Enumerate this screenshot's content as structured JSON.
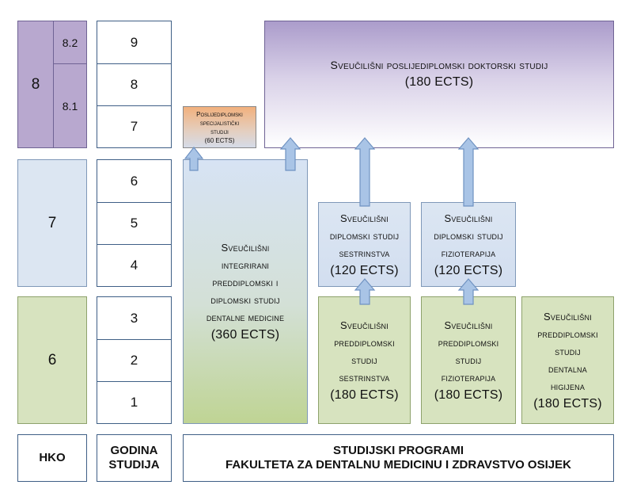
{
  "hko": {
    "label": "HKO",
    "levels": [
      {
        "level": "8",
        "sublevels": [
          "8.2",
          "8.1"
        ]
      },
      {
        "level": "7"
      },
      {
        "level": "6"
      }
    ]
  },
  "years": {
    "label_line1": "GODINA",
    "label_line2": "STUDIJA",
    "values": [
      "9",
      "8",
      "7",
      "6",
      "5",
      "4",
      "3",
      "2",
      "1"
    ]
  },
  "programs": {
    "doctoral": {
      "lines": [
        "Sveučilišni poslijediplomski doktorski studij"
      ],
      "ects": "(180 ECTS)"
    },
    "specialist": {
      "lines": [
        "Poslijediplomski",
        "specijalistički",
        "studiji",
        "(60 ECTS)"
      ]
    },
    "dental_medicine": {
      "lines": [
        "Sveučilišni",
        "integrirani",
        "preddiplomski i",
        "diplomski studij",
        "dentalne medicine"
      ],
      "ects": "(360 ECTS)"
    },
    "grad_nursing": {
      "lines": [
        "Sveučilišni",
        "diplomski studij",
        "sestrinstva"
      ],
      "ects": "(120 ECTS)"
    },
    "grad_physio": {
      "lines": [
        "Sveučilišni",
        "diplomski studij",
        "fizioterapija"
      ],
      "ects": "(120 ECTS)"
    },
    "ug_nursing": {
      "lines": [
        "Sveučilišni",
        "preddiplomski",
        "studij",
        "sestrinstva"
      ],
      "ects": "(180 ECTS)"
    },
    "ug_physio": {
      "lines": [
        "Sveučilišni",
        "preddiplomski",
        "studij",
        "fizioterapija"
      ],
      "ects": "(180 ECTS)"
    },
    "ug_hygiene": {
      "lines": [
        "Sveučilišni",
        "preddiplomski",
        "studij",
        "dentalna",
        "higijena"
      ],
      "ects": "(180 ECTS)"
    }
  },
  "footer": {
    "line1": "STUDIJSKI PROGRAMI",
    "line2": "FAKULTETA ZA DENTALNU MEDICINU I ZDRAVSTVO OSIJEK"
  },
  "colors": {
    "level8": "#b8a8cf",
    "level7": "#dce6f2",
    "level6": "#d7e3bf",
    "arrow": "#a9c4e6"
  }
}
